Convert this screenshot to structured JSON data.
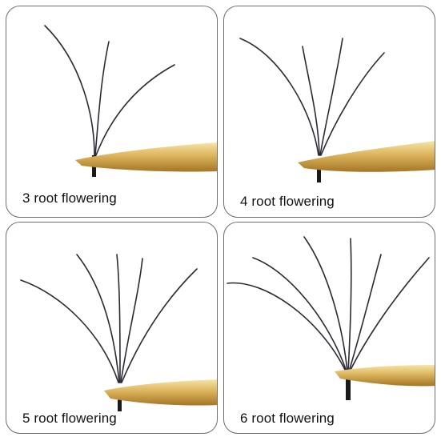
{
  "panels": [
    {
      "label": "3 root flowering",
      "fan_count": 3
    },
    {
      "label": "4 root flowering",
      "fan_count": 4
    },
    {
      "label": "5 root flowering",
      "fan_count": 5
    },
    {
      "label": "6 root flowering",
      "fan_count": 6
    }
  ],
  "colors": {
    "lash": "#2a2a35",
    "gold_light": "#f3dc93",
    "gold_mid": "#d9b25a",
    "gold_dark": "#a87a28",
    "border": "#6e6e6e"
  }
}
